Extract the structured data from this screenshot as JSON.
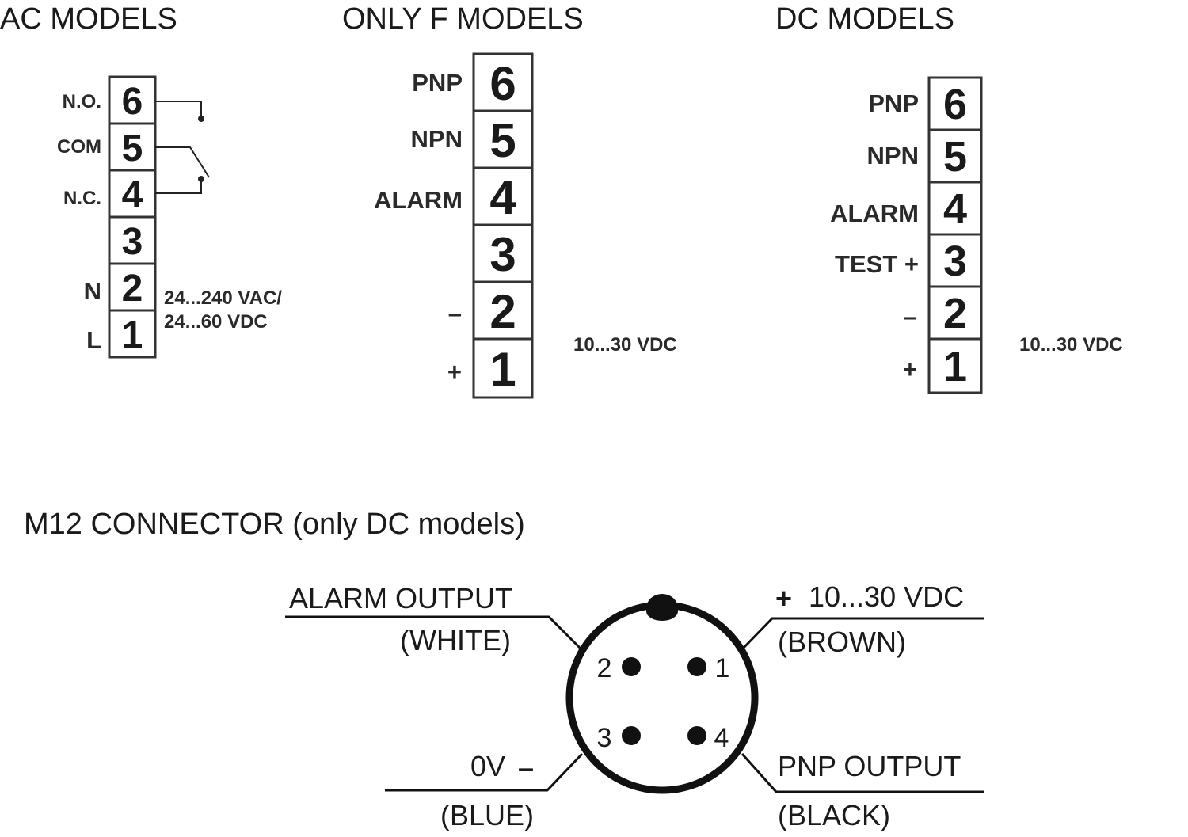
{
  "ac": {
    "title": "AC MODELS",
    "labels": {
      "no": "N.O.",
      "com": "COM",
      "nc": "N.C.",
      "n": "N",
      "l": "L"
    },
    "supply_line1": "24...240 VAC/",
    "supply_line2": "24...60 VDC",
    "terminals": [
      "6",
      "5",
      "4",
      "3",
      "2",
      "1"
    ]
  },
  "f": {
    "title": "ONLY  F MODELS",
    "labels": {
      "pnp": "PNP",
      "npn": "NPN",
      "alarm": "ALARM",
      "minus": "–",
      "plus": "+"
    },
    "supply": "10...30 VDC",
    "terminals": [
      "6",
      "5",
      "4",
      "3",
      "2",
      "1"
    ]
  },
  "dc": {
    "title": "DC MODELS",
    "labels": {
      "pnp": "PNP",
      "npn": "NPN",
      "alarm": "ALARM",
      "test": "TEST +",
      "minus": "–",
      "plus": "+"
    },
    "supply": "10...30 VDC",
    "terminals": [
      "6",
      "5",
      "4",
      "3",
      "2",
      "1"
    ]
  },
  "m12": {
    "title": "M12 CONNECTOR (only DC models)",
    "alarm_output": "ALARM OUTPUT",
    "white": "(WHITE)",
    "supply": "10...30 VDC",
    "plus": "+",
    "brown": "(BROWN)",
    "zero_v": "0V",
    "minus": "–",
    "blue": "(BLUE)",
    "pnp_output": "PNP OUTPUT",
    "black": "(BLACK)",
    "pins": [
      "1",
      "2",
      "3",
      "4"
    ]
  }
}
